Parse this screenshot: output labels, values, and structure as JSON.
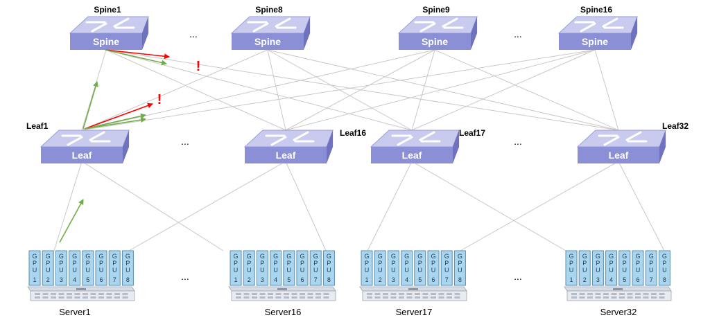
{
  "spines": [
    {
      "name": "Spine1",
      "label": "Spine"
    },
    {
      "name": "Spine8",
      "label": "Spine"
    },
    {
      "name": "Spine9",
      "label": "Spine"
    },
    {
      "name": "Spine16",
      "label": "Spine"
    }
  ],
  "leaves": [
    {
      "name": "Leaf1",
      "label": "Leaf"
    },
    {
      "name": "Leaf16",
      "label": "Leaf"
    },
    {
      "name": "Leaf17",
      "label": "Leaf"
    },
    {
      "name": "Leaf32",
      "label": "Leaf"
    }
  ],
  "servers": [
    {
      "name": "Server1"
    },
    {
      "name": "Server16"
    },
    {
      "name": "Server17"
    },
    {
      "name": "Server32"
    }
  ],
  "gpu": {
    "prefix": [
      "G",
      "P",
      "U"
    ],
    "count": 8
  },
  "ellipsis": "...",
  "alert_mark": "!",
  "colors": {
    "switch_top": "#c8cbee",
    "switch_front": "#8b8fd6",
    "switch_side": "#6f73bf",
    "gpu_fill": "#a9d6ee",
    "gpu_border": "#5a8db0",
    "link_line": "#c8c8c8",
    "ok_path": "#70ad47",
    "blocked_path": "#ff0000"
  },
  "icons": {
    "switch": "switch-arrows-icon",
    "alert": "exclamation-icon"
  }
}
